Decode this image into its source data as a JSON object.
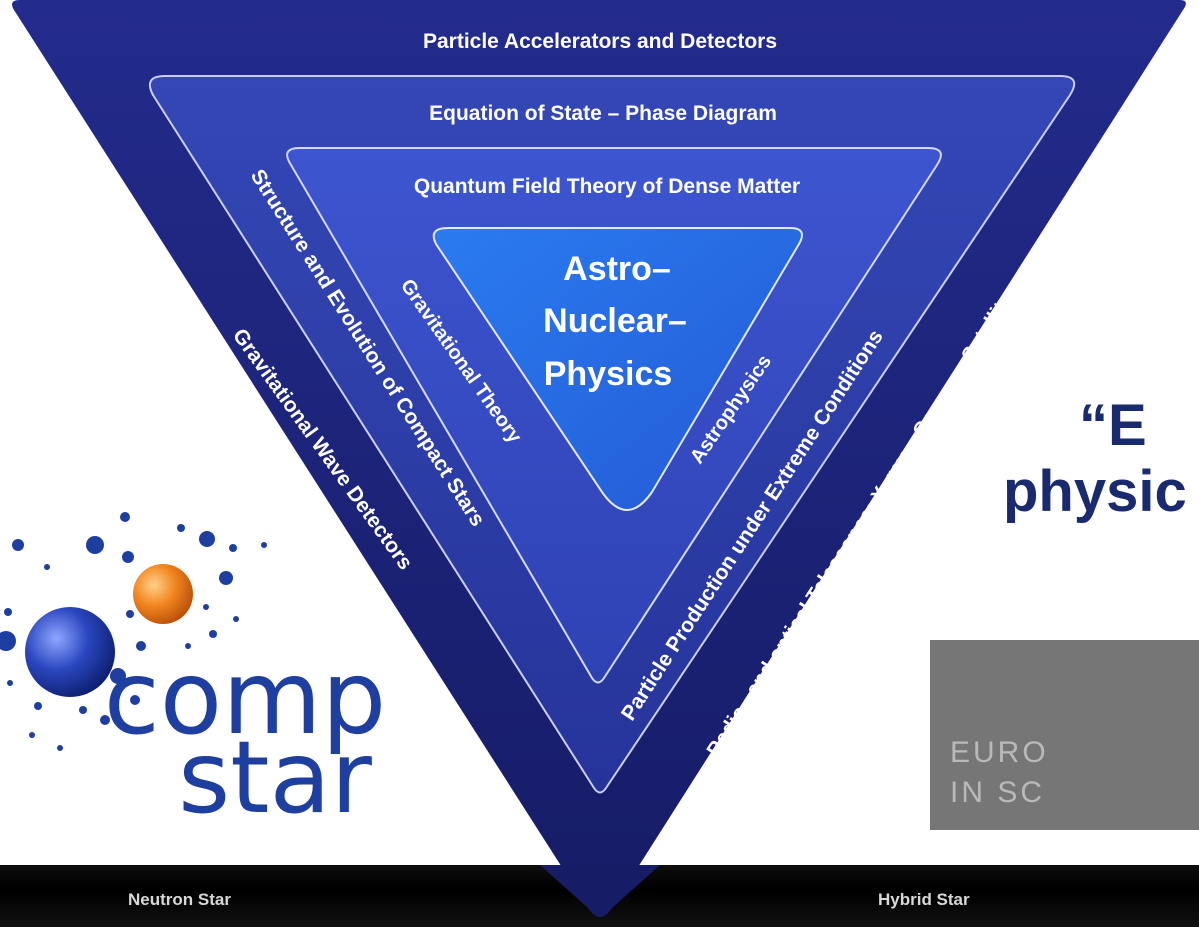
{
  "diagram": {
    "top_banner": "Particle Accelerators and Detectors",
    "layer2_title": "Equation of State – Phase Diagram",
    "layer3_title": "Quantum Field Theory of Dense Matter",
    "core_line1": "Astro–",
    "core_line2": "Nuclear–",
    "core_line3": "Physics",
    "left_inner": "Gravitational Theory",
    "left_middle": "Structure and Evolution of Compact Stars",
    "left_outer": "Gravitational Wave Detectors",
    "right_inner": "Astrophysics",
    "right_middle": "Particle Production under Extreme Conditions",
    "right_outer": "Radio– and optical Telescopes; X–ray–, Gamma– Satellites"
  },
  "logo": {
    "line1": "comp",
    "line2": "star"
  },
  "right_text": {
    "line1": "“E",
    "line2": "physic"
  },
  "cost_box": {
    "line1": "EURO",
    "line2": "IN SC"
  },
  "bottom_bar": {
    "left_label": "Neutron Star",
    "right_label": "Hybrid Star"
  },
  "colors": {
    "outer": "#1c237d",
    "layer2": "#2b3ca6",
    "layer3": "#3349c4",
    "core": "#2f6fe0",
    "text": "#ffffff",
    "logo_blue": "#1f3fa0",
    "logo_orange": "#f07d1e"
  }
}
